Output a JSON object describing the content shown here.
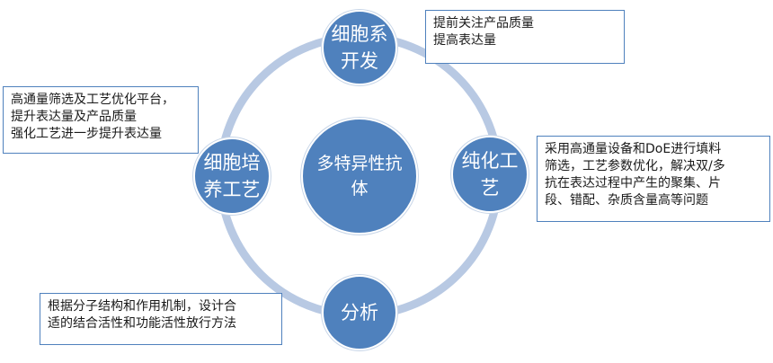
{
  "colors": {
    "node_fill": "#4f81bd",
    "ring": "#b8c9e3",
    "box_border": "#4f81bd"
  },
  "center": {
    "text": "多特异性抗\n体"
  },
  "nodes": {
    "cell_line": {
      "text": "细胞系\n开发"
    },
    "purification": {
      "text": "纯化工\n艺"
    },
    "analysis": {
      "text": "分析"
    },
    "cell_culture": {
      "text": "细胞培\n养工艺"
    }
  },
  "notes": {
    "cell_line": [
      "提前关注产品质量",
      "提高表达量"
    ],
    "cell_culture": [
      "高通量筛选及工艺优化平台，",
      "提升表达量及产品质量",
      "强化工艺进一步提升表达量"
    ],
    "purification": [
      "采用高通量设备和DoE进行填料",
      "筛选，工艺参数优化，解决双/多",
      "抗在表达过程中产生的聚集、片",
      "段、错配、杂质含量高等问题"
    ],
    "analysis": [
      "根据分子结构和作用机制，设计合",
      "适的结合活性和功能活性放行方法"
    ]
  }
}
